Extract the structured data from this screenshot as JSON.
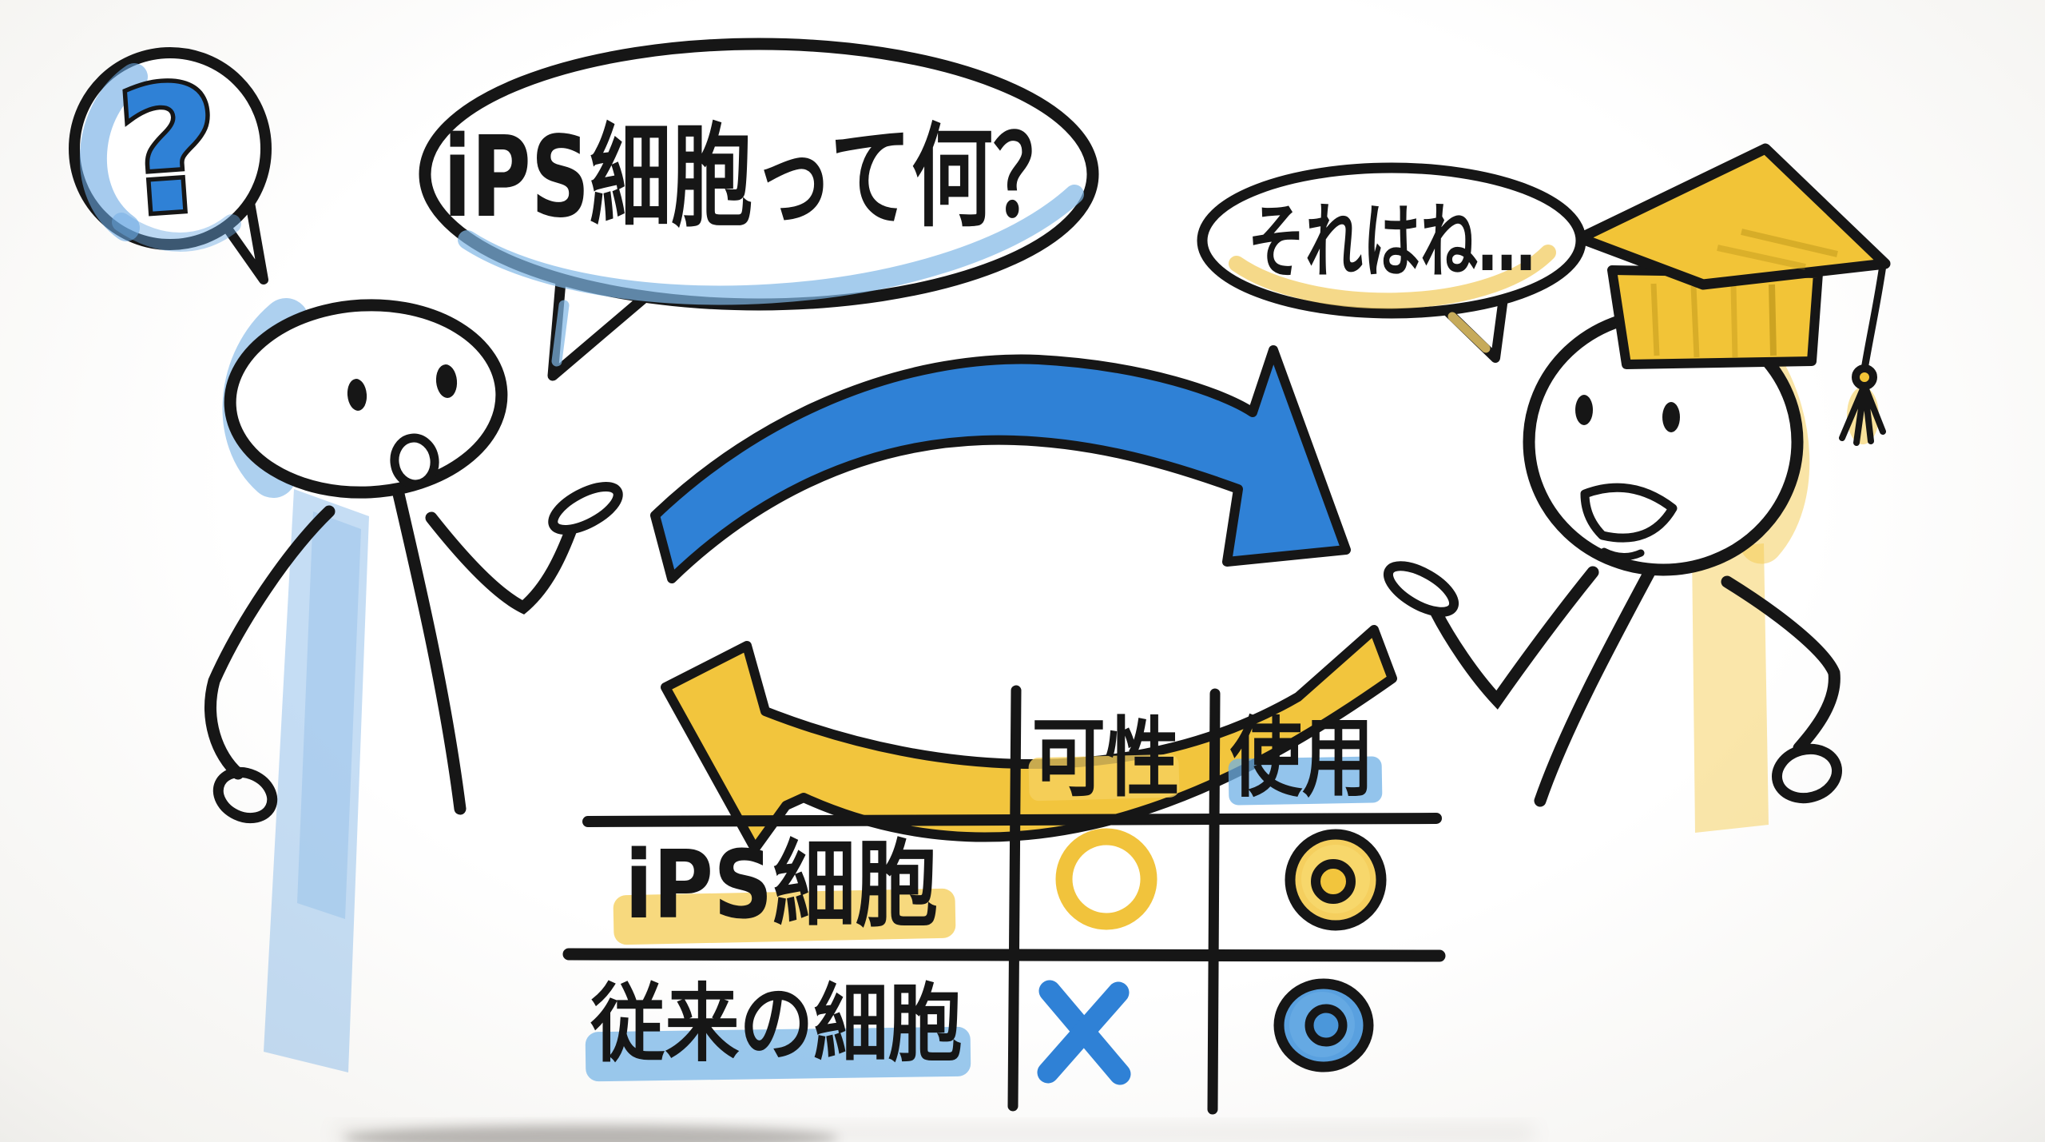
{
  "illustration": {
    "question_bubble": {
      "symbol": "?"
    },
    "main_bubble": {
      "text": "iPS細胞って何？"
    },
    "answer_bubble": {
      "text": "それはね…"
    },
    "figures": {
      "left": "curious-person",
      "right": "graduate-explainer"
    },
    "arrows": {
      "top": "blue-arrow-right",
      "bottom": "yellow-arrow-left"
    },
    "table": {
      "column_headers": [
        "可性",
        "使用"
      ],
      "rows": [
        {
          "label": "iPS細胞",
          "possibility_marker": "○",
          "usage_icon": "yellow-cell-icon"
        },
        {
          "label": "従来の細胞",
          "possibility_marker": "✕",
          "usage_icon": "blue-cell-icon"
        }
      ]
    },
    "colors": {
      "ink": "#161616",
      "blue": "#2f81d6",
      "blue_crayon": "#6fb0e6",
      "yellow": "#f2c53d",
      "yellow_crayon": "#f5cf5e",
      "paper": "#fbfaf8"
    }
  }
}
